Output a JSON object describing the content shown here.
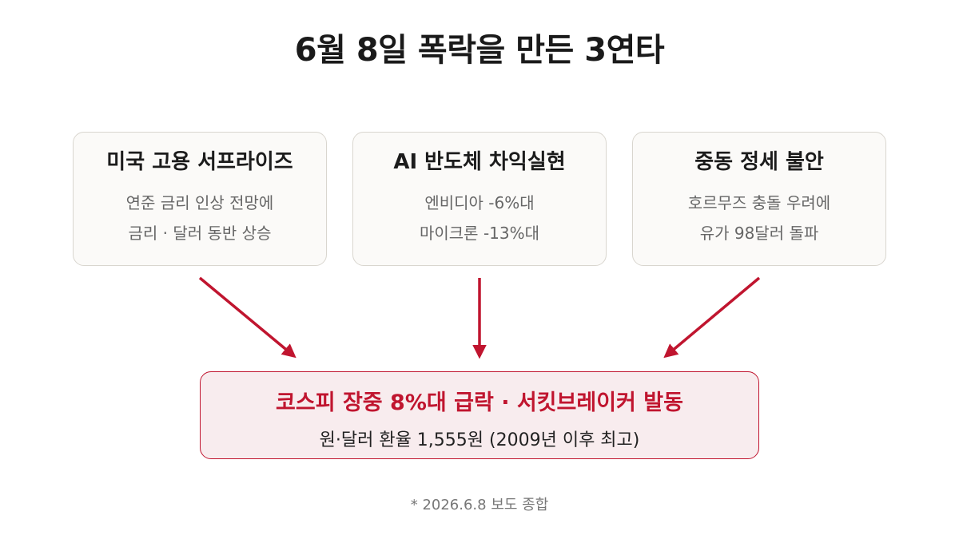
{
  "title": "6월 8일 폭락을 만든 3연타",
  "causes": [
    {
      "title": "미국 고용 서프라이즈",
      "lines": [
        "연준 금리 인상 전망에",
        "금리 · 달러 동반 상승"
      ]
    },
    {
      "title": "AI 반도체 차익실현",
      "lines": [
        "엔비디아 -6%대",
        "마이크론 -13%대"
      ]
    },
    {
      "title": "중동 정세 불안",
      "lines": [
        "호르무즈 충돌 우려에",
        "유가 98달러 돌파"
      ]
    }
  ],
  "result": {
    "title": "코스피 장중 8%대 급락 · 서킷브레이커 발동",
    "subtitle": "원·달러 환율 1,555원 (2009년 이후 최고)"
  },
  "footnote": "* 2026.6.8 보도 종합",
  "colors": {
    "accent": "#c0152f",
    "box_fill": "#fbfaf8",
    "box_border": "#d9d6cf",
    "result_fill": "#f8ecee"
  }
}
